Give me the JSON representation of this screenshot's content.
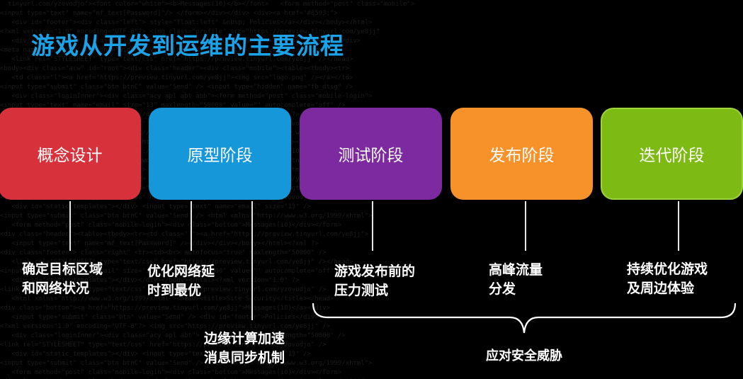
{
  "title": "游戏从开发到运维的主要流程",
  "stages": [
    {
      "label": "概念设计",
      "color": "#d7323c"
    },
    {
      "label": "原型阶段",
      "color": "#1597da"
    },
    {
      "label": "测试阶段",
      "color": "#7d2aa0"
    },
    {
      "label": "发布阶段",
      "color": "#f7922a"
    },
    {
      "label": "迭代阶段",
      "color": "#7dba13"
    }
  ],
  "descriptions": [
    "确定目标区域\n和网络状况",
    "优化网络延\n时到最优",
    "边缘计算加速\n消息同步机制",
    "游戏发布前的\n压力测试",
    "高峰流量\n分发",
    "持续优化游戏\n及周边体验"
  ],
  "bracket_label": "应对安全威胁"
}
